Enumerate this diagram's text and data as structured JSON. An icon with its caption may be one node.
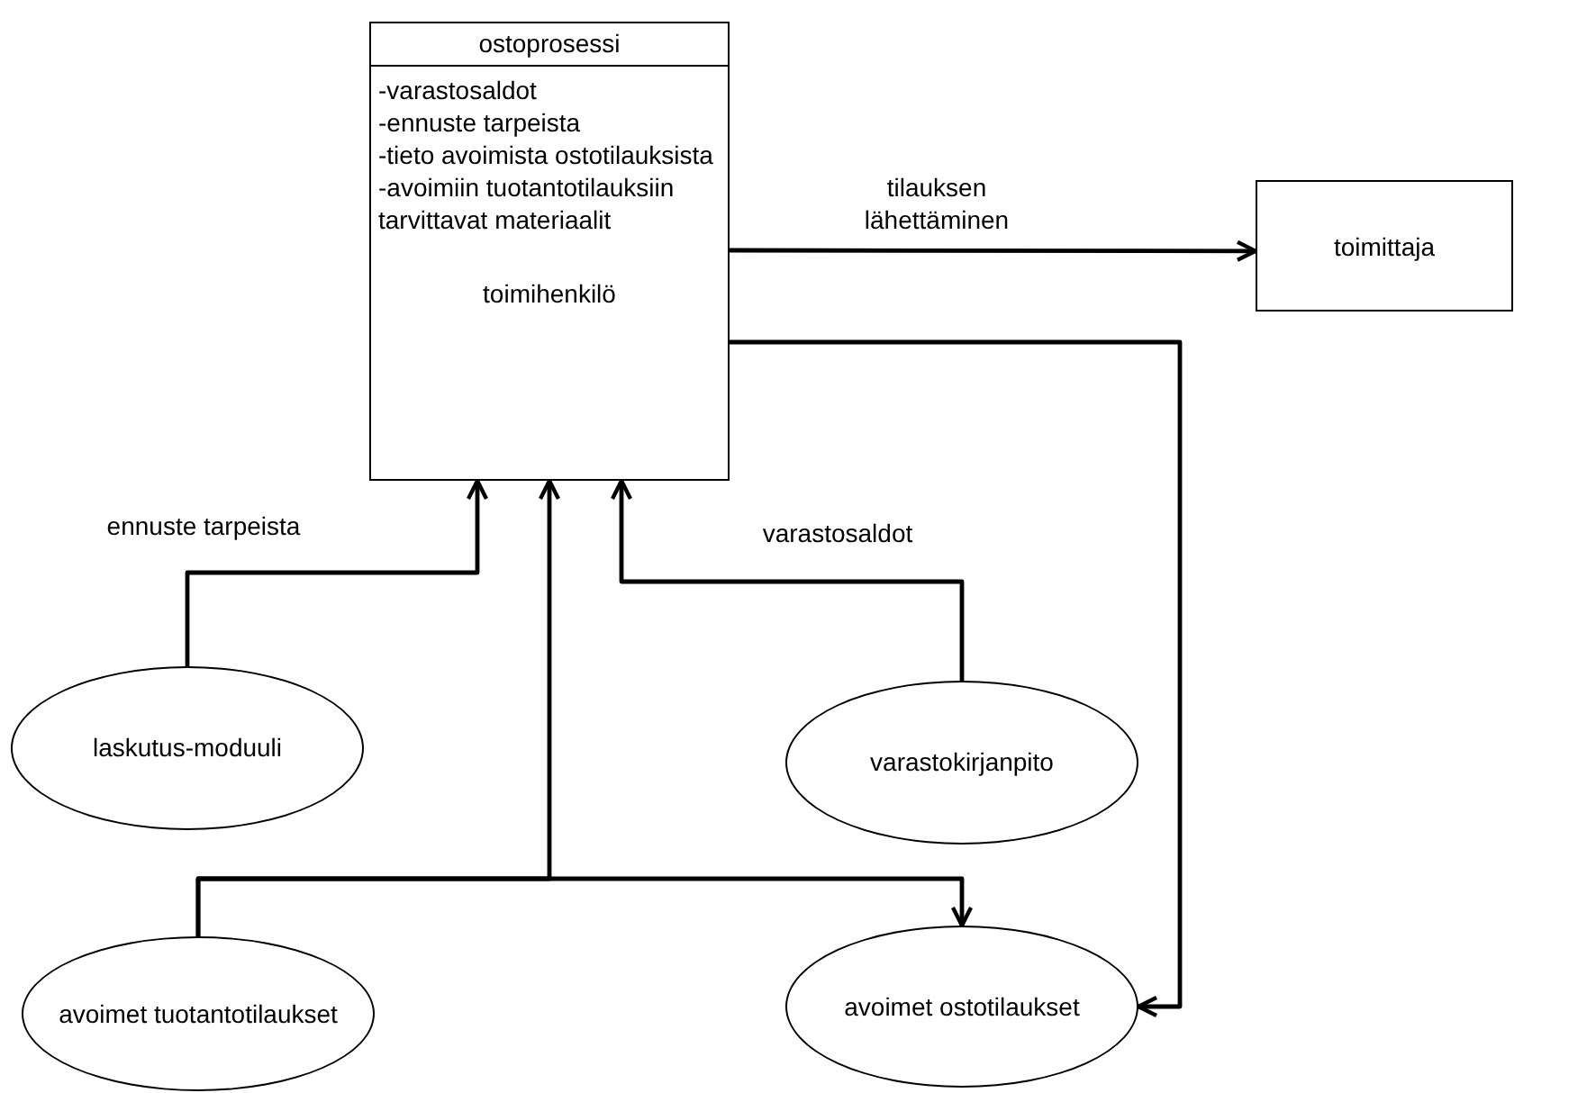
{
  "diagram": {
    "nodes": [
      {
        "text": [
          "ostoprosessi",
          "-varastosaldot",
          "-ennuste tarpeista",
          "-tieto avoimista ostotilauksista",
          "-avoimiin tuotantotilauksiin tarvittavat materiaalit",
          "toimihenkilö"
        ]
      },
      {
        "text": [
          "toimittaja"
        ]
      },
      {
        "text": [
          "laskutus-moduuli"
        ]
      },
      {
        "text": [
          "varastokirjanpito"
        ]
      },
      {
        "text": [
          "avoimet tuotantotilaukset"
        ]
      },
      {
        "text": [
          "avoimet ostotilaukset"
        ]
      }
    ],
    "edges": [
      {
        "from": 0,
        "to": 1,
        "arrow": "to",
        "label": "tilauksen lähettäminen"
      },
      {
        "from": 0,
        "to": 5,
        "arrow": "to"
      },
      {
        "from": 2,
        "to": 0,
        "arrow": "to",
        "label": "ennuste tarpeista"
      },
      {
        "from": 3,
        "to": 0,
        "arrow": "to",
        "label": "varastosaldot"
      },
      {
        "from": 4,
        "to": 0,
        "arrow": "to"
      },
      {
        "from": 4,
        "to": 5,
        "arrow": "to"
      }
    ]
  }
}
